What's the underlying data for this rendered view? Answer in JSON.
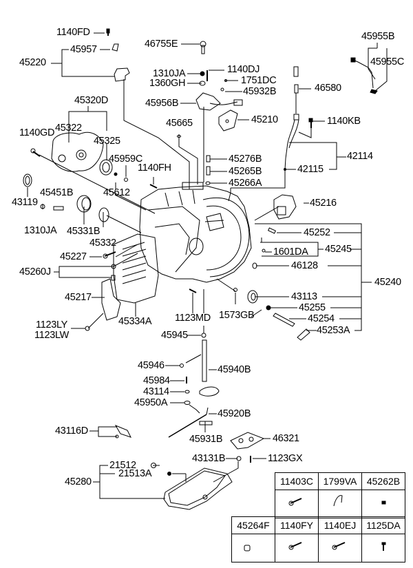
{
  "diagram": {
    "title": "Automatic Transaxle Case exploded parts diagram",
    "line_color": "#000000",
    "background": "#ffffff",
    "callouts": {
      "p1140FD": "1140FD",
      "p45957": "45957",
      "p45220": "45220",
      "p46755E": "46755E",
      "p1310JA_top": "1310JA",
      "p1360GH": "1360GH",
      "p1140DJ": "1140DJ",
      "p1751DC": "1751DC",
      "p45932B": "45932B",
      "p45956B": "45956B",
      "p45210": "45210",
      "p46580": "46580",
      "p45955B": "45955B",
      "p45955C": "45955C",
      "p1140KB": "1140KB",
      "p42114": "42114",
      "p42115": "42115",
      "p45665": "45665",
      "p45276B": "45276B",
      "p45265B": "45265B",
      "p45266A": "45266A",
      "p45320D": "45320D",
      "p45322": "45322",
      "p1140GD": "1140GD",
      "p45325": "45325",
      "p45959C": "45959C",
      "p1140FH": "1140FH",
      "p45612": "45612",
      "p43119": "43119",
      "p45451B": "45451B",
      "p1310JA_left": "1310JA",
      "p45331B": "45331B",
      "p45332": "45332",
      "p45216": "45216",
      "p45252": "45252",
      "p45245": "45245",
      "p1601DA": "1601DA",
      "p46128": "46128",
      "p45240": "45240",
      "p45227": "45227",
      "p45260J": "45260J",
      "p45217": "45217",
      "p45334A": "45334A",
      "p1123LY": "1123LY",
      "p1123LW": "1123LW",
      "p1123MD": "1123MD",
      "p1573GB": "1573GB",
      "p43113": "43113",
      "p45255": "45255",
      "p45254": "45254",
      "p45253A": "45253A",
      "p45945": "45945",
      "p45946": "45946",
      "p45940B": "45940B",
      "p45984": "45984",
      "p43114": "43114",
      "p45950A": "45950A",
      "p45920B": "45920B",
      "p43116D": "43116D",
      "p45931B": "45931B",
      "p46321": "46321",
      "p43131B": "43131B",
      "p1123GX": "1123GX",
      "p21512": "21512",
      "p21513A": "21513A",
      "p45280": "45280"
    },
    "hardware_table": {
      "row1": [
        "11403C",
        "1799VA",
        "45262B"
      ],
      "row2": [
        "45264F",
        "1140FY",
        "1140EJ",
        "1125DA"
      ],
      "row1_icons": [
        "flange-bolt-icon",
        "clip-wire-icon",
        "small-nut-icon"
      ],
      "row2_icons": [
        "plug-icon",
        "flange-bolt-icon",
        "flange-bolt-icon",
        "short-bolt-icon"
      ]
    }
  }
}
